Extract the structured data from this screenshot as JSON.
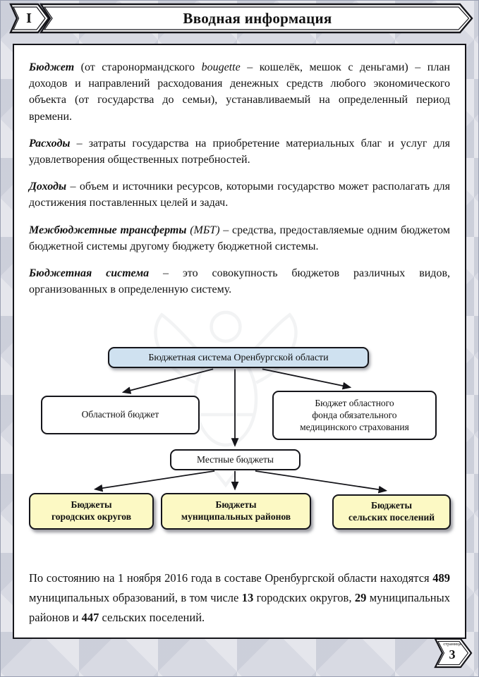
{
  "header": {
    "section_number": "I",
    "title": "Вводная информация"
  },
  "definitions": {
    "budget": {
      "term": "Бюджет",
      "pre": " (от старонормандского ",
      "foreign": "bougette",
      "rest": " – кошелёк, мешок с деньгами) – план доходов и направлений расходования денежных средств любого экономического объекта (от государства до семьи), устанавливаемый на определенный период времени."
    },
    "expenses": {
      "term": "Расходы",
      "rest": " – затраты государства на приобретение материальных благ и услуг для удовлетворения общественных потребностей."
    },
    "incomes": {
      "term": "Доходы",
      "rest": " – объем и источники ресурсов, которыми государство может располагать для достижения поставленных целей и задач."
    },
    "transfers": {
      "term": "Межбюджетные трансферты",
      "abbr": " (МБТ)",
      "rest": " – средства, предоставляемые одним бюджетом бюджетной системы другому бюджету бюджетной системы."
    },
    "system": {
      "term": "Бюджетная система",
      "rest": " – это совокупность бюджетов различных видов, организованных в определенную систему."
    }
  },
  "diagram": {
    "root": "Бюджетная система Оренбургской области",
    "regional": "Областной бюджет",
    "medical": "Бюджет областного\nфонда обязательного\nмедицинского страхования",
    "local": "Местные бюджеты",
    "city": "Бюджеты\nгородских округов",
    "municipal": "Бюджеты\nмуниципальных районов",
    "rural": "Бюджеты\nсельских поселений"
  },
  "note": {
    "p1": "По состоянию на 1 ноября 2016 года в составе Оренбургской области находятся ",
    "n1": "489",
    "p2": " муниципальных образований, в том числе ",
    "n2": "13",
    "p3": " городских округов, ",
    "n3": "29",
    "p4": " муниципальных районов и ",
    "n4": "447",
    "p5": " сельских поселений."
  },
  "page": {
    "label": "страница",
    "number": "3"
  },
  "colors": {
    "root_box_fill": "#cfe1f0",
    "leaf_box_fill": "#fcf9c4",
    "border": "#15151a",
    "background": "#d8dae3"
  }
}
